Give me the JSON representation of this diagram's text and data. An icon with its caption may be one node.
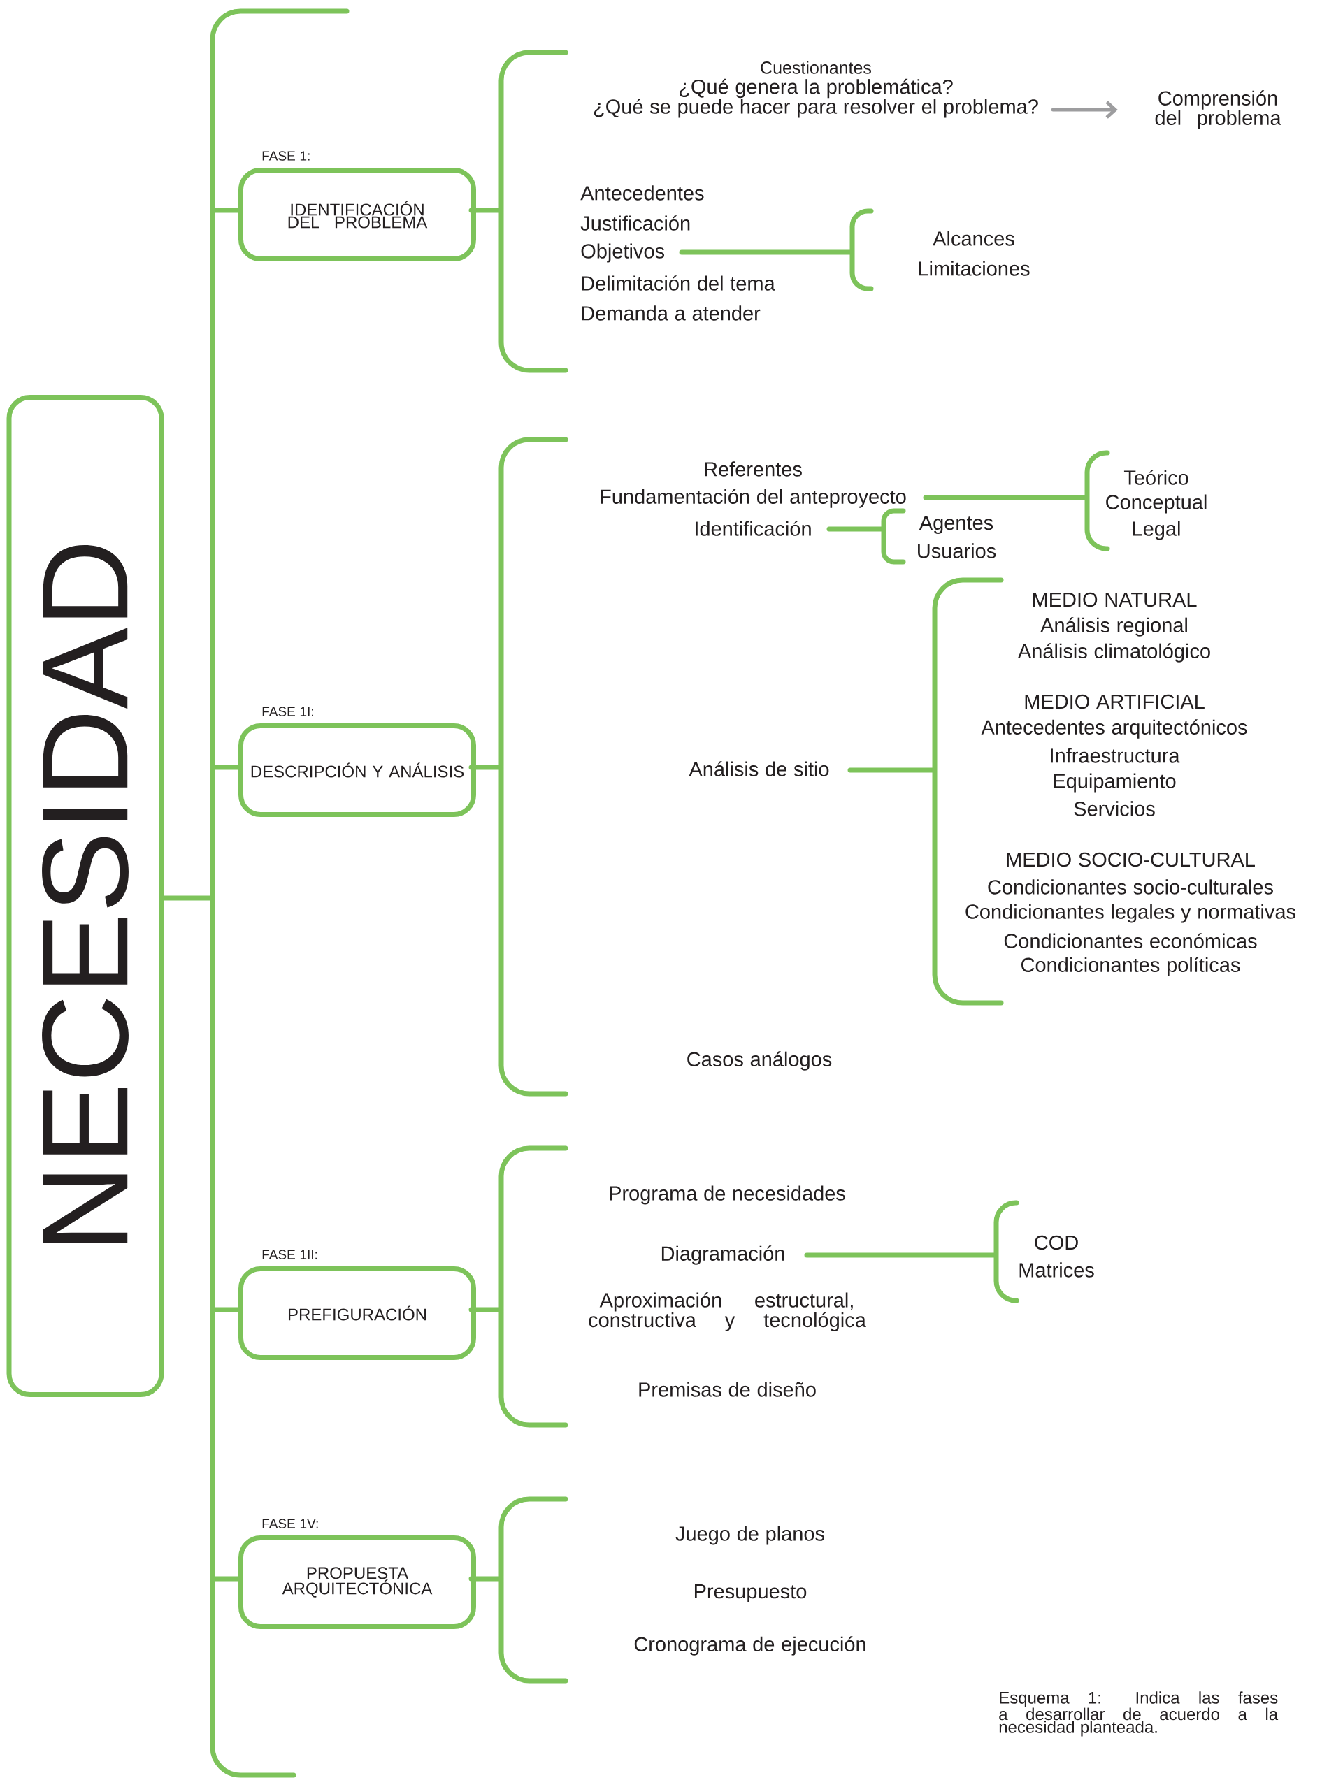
{
  "diagram": {
    "caption": "Esquema 1: Indica las fases a desarrollar de acuerdo a la necesidad planteada.",
    "nodes": [
      {
        "text": [
          "NECESIDAD"
        ]
      },
      {
        "text": [
          "FASE 1:",
          "IDENTIFICACIÓN DEL PROBLEMA"
        ]
      },
      {
        "text": [
          "FASE 1I:",
          "DESCRIPCIÓN Y ANÁLISIS"
        ]
      },
      {
        "text": [
          "FASE 1II:",
          "PREFIGURACIÓN"
        ]
      },
      {
        "text": [
          "FASE 1V:",
          "PROPUESTA ARQUITECTÓNICA"
        ]
      },
      {
        "text": [
          "Cuestionantes",
          "¿Qué genera la problemática?",
          "¿Qué se puede hacer para resolver el problema?"
        ]
      },
      {
        "text": [
          "Comprensión del problema"
        ]
      }
    ],
    "edges": [
      {
        "from": 5,
        "to": 6,
        "arrow": "to"
      }
    ],
    "labels": [
      "Antecedentes",
      "Justificación",
      "Objetivos",
      "Delimitación del tema",
      "Demanda a atender",
      "Alcances",
      "Limitaciones",
      "Referentes",
      "Fundamentación del anteproyecto",
      "Identificación",
      "Agentes",
      "Usuarios",
      "Teórico",
      "Conceptual",
      "Legal",
      "MEDIO NATURAL",
      "Análisis regional",
      "Análisis climatológico",
      "MEDIO ARTIFICIAL",
      "Antecedentes arquitectónicos",
      "Infraestructura",
      "Equipamiento",
      "Servicios",
      "MEDIO SOCIO-CULTURAL",
      "Condicionantes socio-culturales",
      "Condicionantes legales y normativas",
      "Condicionantes económicas",
      "Condicionantes políticas",
      "Análisis de sitio",
      "Casos análogos",
      "Programa de necesidades",
      "Diagramación",
      "Aproximación estructural, constructiva y tecnológica",
      "Premisas de diseño",
      "COD",
      "Matrices",
      "Juego de planos",
      "Presupuesto",
      "Cronograma de ejecución"
    ]
  }
}
